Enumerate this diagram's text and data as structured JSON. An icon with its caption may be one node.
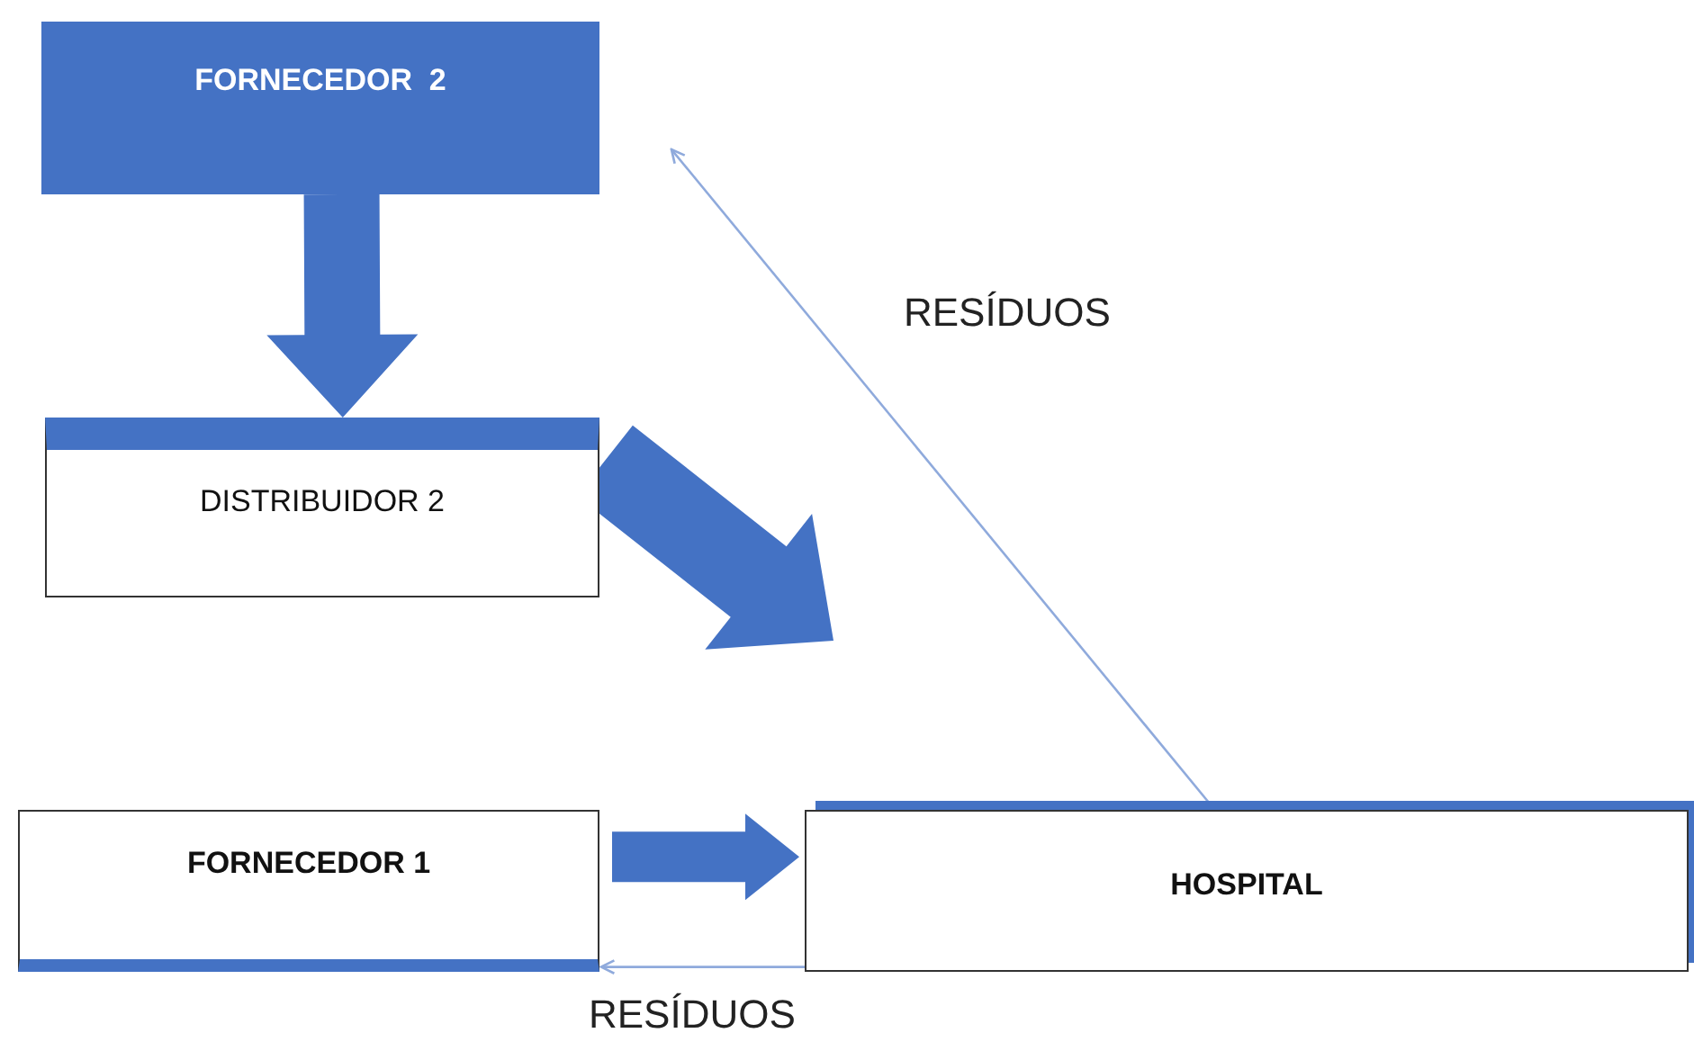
{
  "diagram": {
    "nodes": [
      {
        "text": [
          "FORNECEDOR  2"
        ]
      },
      {
        "text": [
          "DISTRIBUIDOR 2"
        ]
      },
      {
        "text": [
          "FORNECEDOR 1"
        ]
      },
      {
        "text": [
          "HOSPITAL"
        ]
      }
    ],
    "edges": [
      {
        "from": 0,
        "to": 1,
        "arrow": "to",
        "style": "thick"
      },
      {
        "from": 1,
        "to": 3,
        "arrow": "to",
        "style": "thick"
      },
      {
        "from": 2,
        "to": 3,
        "arrow": "to",
        "style": "thick"
      },
      {
        "from": 3,
        "to": 2,
        "arrow": "to",
        "label": "RESÍDUOS",
        "color": "#8faadc"
      },
      {
        "from": 3,
        "to": 0,
        "arrow": "to",
        "label": "RESÍDUOS",
        "color": "#8faadc"
      }
    ]
  }
}
